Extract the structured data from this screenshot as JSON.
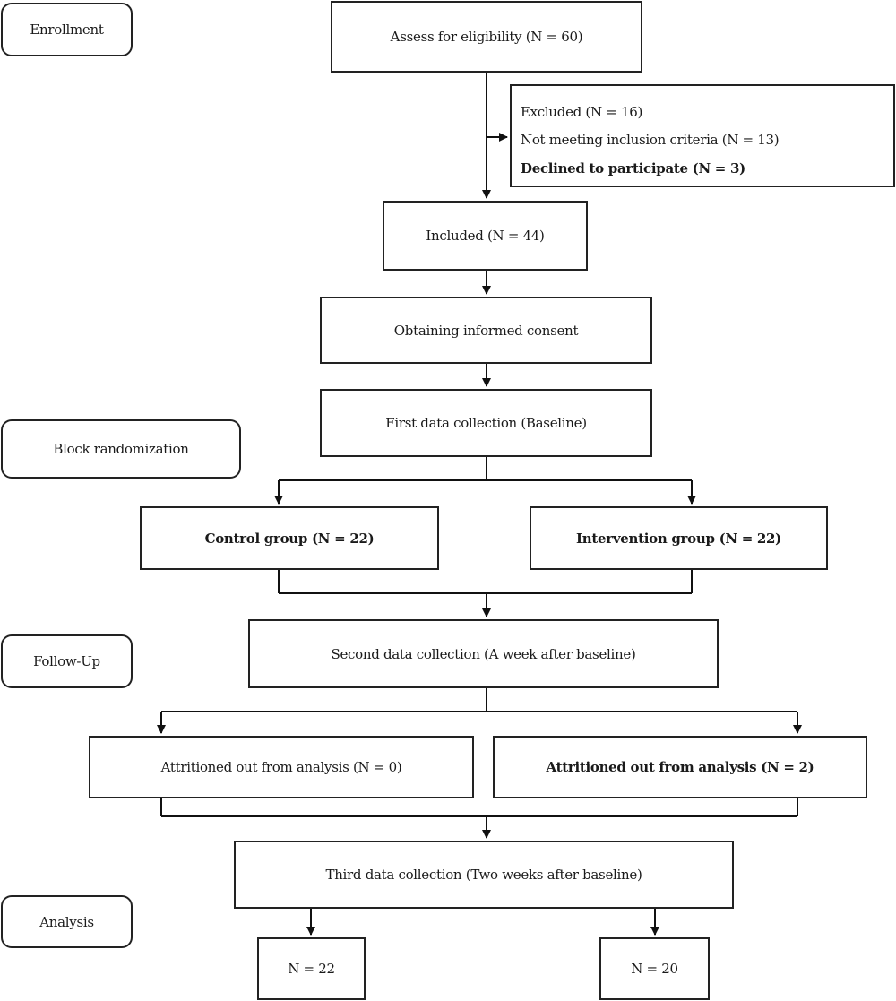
{
  "stages": {
    "enrollment": "Enrollment",
    "randomization": "Block randomization",
    "followup": "Follow-Up",
    "analysis": "Analysis"
  },
  "boxes": {
    "eligibility": "Assess for eligibility (N = 60)",
    "included": "Included (N = 44)",
    "consent": "Obtaining informed consent",
    "baseline": "First data collection (Baseline)",
    "control": "Control group (N = 22)",
    "intervention": "Intervention group (N = 22)",
    "second": "Second data collection (A week after baseline)",
    "attrition_control": "Attritioned out from analysis (N = 0)",
    "attrition_intervention": "Attritioned out from analysis (N = 2)",
    "third": "Third data collection (Two weeks after baseline)",
    "final_control": "N = 22",
    "final_intervention": "N = 20"
  },
  "excluded": {
    "line1": "Excluded (N = 16)",
    "line2": "Not meeting inclusion criteria (N = 13)",
    "line3": "Declined to participate (N = 3)"
  }
}
